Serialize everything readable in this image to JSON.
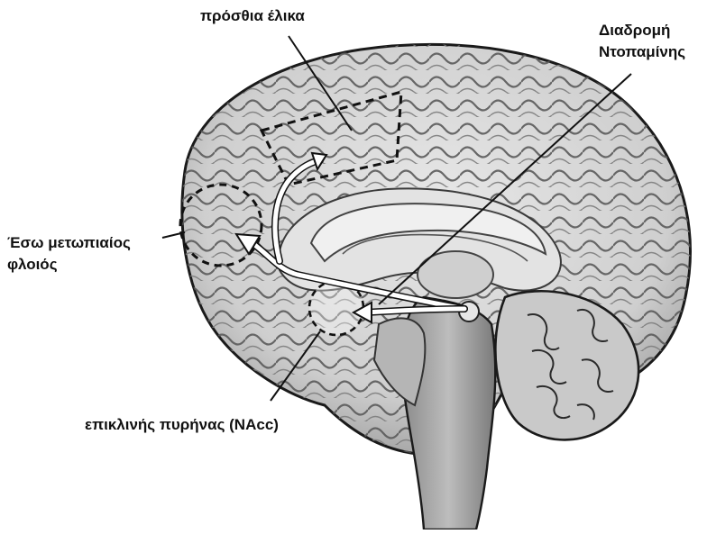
{
  "labels": {
    "cingulate": "πρόσθια έλικα",
    "dopamine_line1": "Διαδρομή",
    "dopamine_line2": "Ντοπαμίνης",
    "mpfc_line1": "Έσω μετωπιαίος",
    "mpfc_line2": "φλοιός",
    "nacc": "επικλινής πυρήνας (NAcc)"
  },
  "colors": {
    "brain_fill": "#d9d9d9",
    "brain_shade": "#a6a6a6",
    "outline": "#1a1a1a",
    "pathway": "#ffffff"
  },
  "icons": {
    "brain": "brain-sagittal-illustration",
    "arrows": "dopamine-pathway-arrows"
  }
}
